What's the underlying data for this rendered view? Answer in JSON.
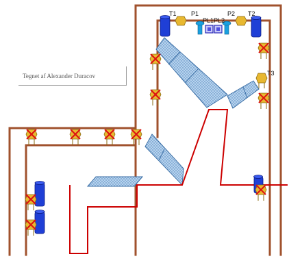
{
  "caption": "Tegnet af Alexander Duracov",
  "labels": {
    "t1": "T1",
    "p1": "P1",
    "pl1": "PL1",
    "pl2": "PL2",
    "p2": "P2",
    "t2": "T2",
    "t3": "T3"
  },
  "colors": {
    "wall": "#a0522d",
    "wire": "#cc0000",
    "panel_fill": "#9cc3e6",
    "panel_stroke": "#3a6ea5",
    "lamp_fill": "#e8b830",
    "cross": "#dd1111",
    "tank": "#1f3fd6"
  },
  "icons": [
    "lamp-off-icon",
    "tank-icon",
    "pump-icon",
    "panel-icon",
    "solar-collector-icon"
  ]
}
